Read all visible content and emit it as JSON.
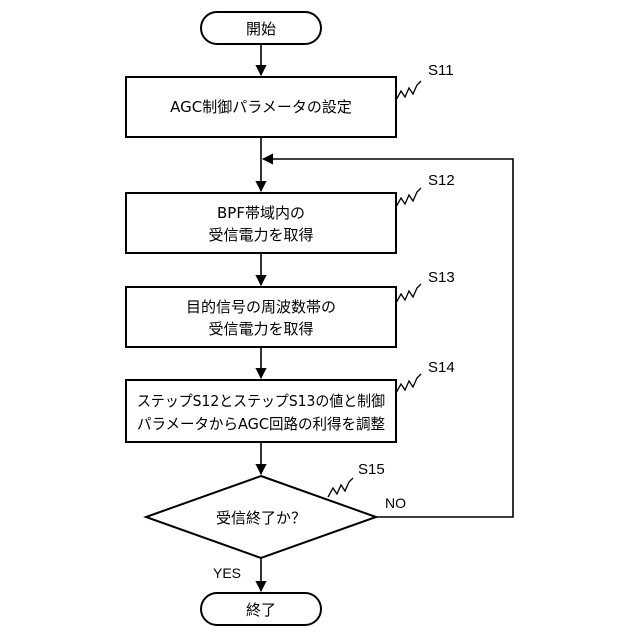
{
  "diagram": {
    "start": {
      "label": "開始"
    },
    "end": {
      "label": "終了"
    },
    "steps": [
      {
        "id": "S11",
        "lines": [
          "AGC制御パラメータの設定"
        ]
      },
      {
        "id": "S12",
        "lines": [
          "BPF帯域内の",
          "受信電力を取得"
        ]
      },
      {
        "id": "S13",
        "lines": [
          "目的信号の周波数帯の",
          "受信電力を取得"
        ]
      },
      {
        "id": "S14",
        "lines": [
          "ステップS12とステップS13の値と制御",
          "パラメータからAGC回路の利得を調整"
        ]
      }
    ],
    "decision": {
      "id": "S15",
      "label": "受信終了か？",
      "yes": "YES",
      "no": "NO"
    }
  }
}
